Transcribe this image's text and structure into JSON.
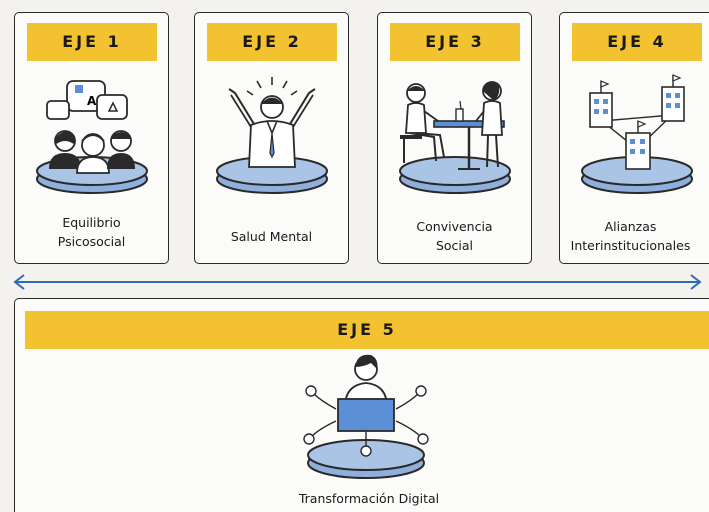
{
  "axes": [
    {
      "tag": "EJE 1",
      "label_lines": [
        "Equilibrio",
        "Psicosocial"
      ],
      "icon": "group-communication-icon"
    },
    {
      "tag": "EJE 2",
      "label_lines": [
        "Salud Mental"
      ],
      "icon": "celebrating-person-icon"
    },
    {
      "tag": "EJE 3",
      "label_lines": [
        "Convivencia",
        "Social"
      ],
      "icon": "people-at-table-icon"
    },
    {
      "tag": "EJE 4",
      "label_lines": [
        "Alianzas",
        "Interinstitucionales"
      ],
      "icon": "connected-buildings-icon"
    }
  ],
  "axis5": {
    "tag": "EJE 5",
    "label": "Transformación Digital",
    "icon": "person-laptop-network-icon"
  },
  "colors": {
    "tag_yellow": "#f2c230",
    "platform_blue": "#aac4e6",
    "arrow_blue": "#2f6bb5",
    "outline": "#2a2a2a"
  }
}
